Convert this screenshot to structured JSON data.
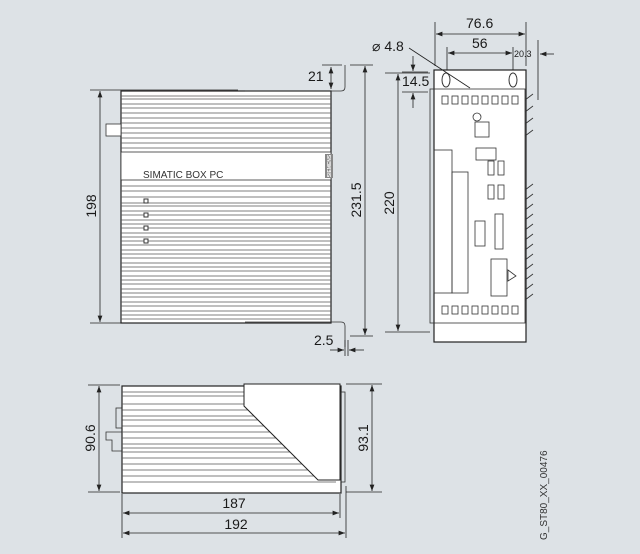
{
  "front_view": {
    "product_label": "SIMATIC BOX PC",
    "brand_plate": "SIEMENS"
  },
  "dimensions": {
    "front_height": "198",
    "bracket_offset": "21",
    "overall_height": "231.5",
    "mount_height": "220",
    "bracket_thickness": "2.5",
    "width_overall": "76.6",
    "hole_spacing": "56",
    "bracket_depth": "20.3",
    "hole_diameter": "⌀ 4.8",
    "hole_offset": "14.5",
    "side_height_left": "90.6",
    "side_height_right": "93.1",
    "depth_187": "187",
    "depth_192": "192"
  },
  "drawing_id": "G_ST80_XX_00476"
}
